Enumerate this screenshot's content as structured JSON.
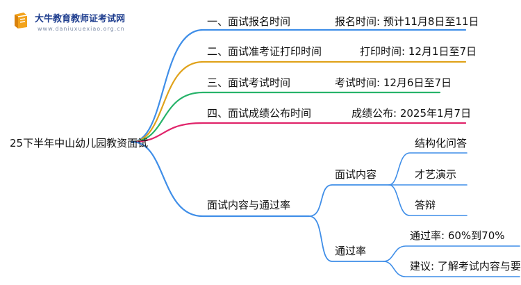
{
  "brand": {
    "name": "大牛教育教师证考试网",
    "url": "www.daniuxuexiao.org.cn",
    "logo_icon": "book-icon"
  },
  "mindmap": {
    "root": "25下半年中山幼儿园教资面试",
    "branches": [
      {
        "label": "一、面试报名时间",
        "detail": "报名时间: 预计11月8日至11日",
        "color": "#3f8ee8"
      },
      {
        "label": "二、面试准考证打印时间",
        "detail": "打印时间: 12月1日至7日",
        "color": "#e0a21a"
      },
      {
        "label": "三、面试考试时间",
        "detail": "考试时间: 12月6日至7日",
        "color": "#27b36a"
      },
      {
        "label": "四、面试成绩公布时间",
        "detail": "成绩公布: 2025年1月7日",
        "color": "#e0246a"
      },
      {
        "label": "面试内容与通过率",
        "color": "#3f8ee8",
        "children": [
          {
            "label": "面试内容",
            "items": [
              "结构化问答",
              "才艺演示",
              "答辩"
            ]
          },
          {
            "label": "通过率",
            "items": [
              "通过率: 60%到70%",
              "建议: 了解考试内容与要求"
            ]
          }
        ]
      }
    ]
  }
}
